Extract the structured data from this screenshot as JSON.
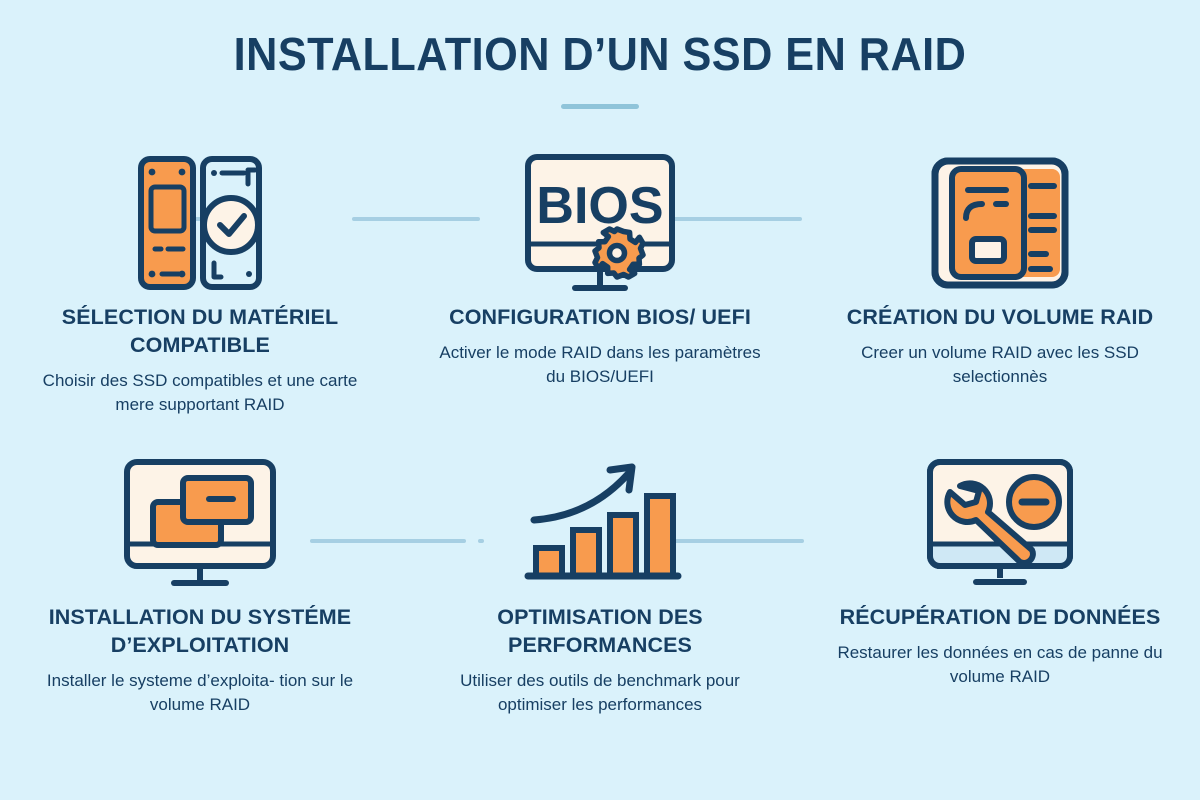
{
  "header": {
    "title": "INSTALLATION D’UN SSD EN RAID",
    "divider": "divider"
  },
  "colors": {
    "background": "#daf2fb",
    "navy": "#173f63",
    "orange": "#f89b4e",
    "cream": "#fdf3e7",
    "connector": "#a6cfe3",
    "divider": "#8fc4d9",
    "screen_bottom": "#cfe8f5"
  },
  "steps": [
    {
      "id": "selection-materiel",
      "icon": "ssd-drive-icons",
      "title": "SÉLECTION DU MATÉRIEL COMPATIBLE",
      "desc": "Choisir des SSD compatibles et une carte mere supportant RAID"
    },
    {
      "id": "configuration-bios",
      "icon": "bios-monitor-gear-icon",
      "icon_label": "BIOS",
      "title": "CONFIGURATION BIOS/ UEFI",
      "desc": "Activer le mode RAID dans les paramètres du BIOS/UEFI"
    },
    {
      "id": "creation-volume-raid",
      "icon": "raid-volume-icon",
      "title": "CRÉATION DU VOLUME RAID",
      "desc": "Creer un volume RAID avec les SSD selectionnès"
    },
    {
      "id": "installation-os",
      "icon": "monitor-windows-icon",
      "title": "INSTALLATION DU SYSTÉME D’EXPLOITATION",
      "desc": "Installer le systeme d’exploita- tion sur le volume RAID"
    },
    {
      "id": "optimisation-performances",
      "icon": "bar-chart-growth-icon",
      "title": "OPTIMISATION DES PERFORMANCES",
      "desc": "Utiliser des outils de benchmark pour optimiser les performances"
    },
    {
      "id": "recuperation-donnees",
      "icon": "monitor-wrench-icon",
      "title": "RÉCUPÉRATION DE DONNÉES",
      "desc": "Restaurer les données en cas de panne du volume RAID"
    }
  ]
}
